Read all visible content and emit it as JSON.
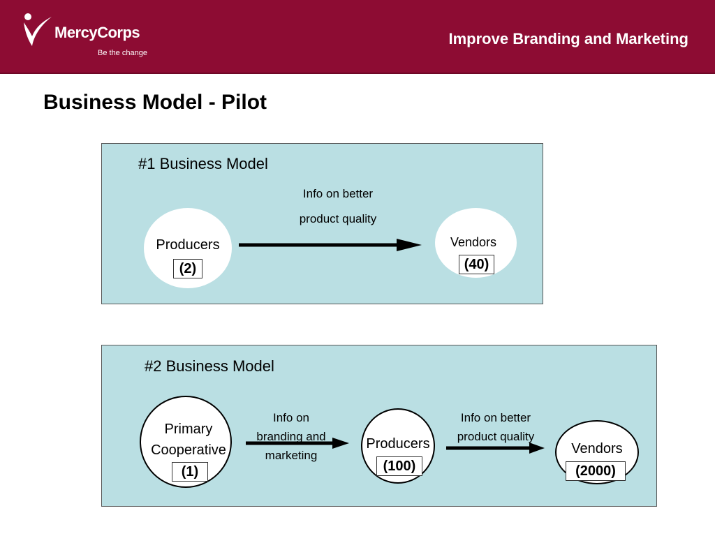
{
  "header": {
    "logo_name": "MercyCorps",
    "logo_tagline": "Be the change",
    "title": "Improve Branding and Marketing"
  },
  "page_title": "Business Model - Pilot",
  "model1": {
    "title": "#1 Business Model",
    "source": {
      "label": "Producers",
      "count": "(2)"
    },
    "target": {
      "label": "Vendors",
      "count": "(40)"
    },
    "edge_label": [
      "Info on better",
      "product quality"
    ]
  },
  "model2": {
    "title": "#2 Business Model",
    "node1": {
      "label": [
        "Primary",
        "Cooperative"
      ],
      "count": "(1)"
    },
    "node2": {
      "label": "Producers",
      "count": "(100)"
    },
    "node3": {
      "label": "Vendors",
      "count": "(2000)"
    },
    "edge1_label": [
      "Info on",
      "branding and",
      "marketing"
    ],
    "edge2_label": [
      "Info on better",
      "product quality"
    ]
  },
  "colors": {
    "header_bg": "#8d0c33",
    "panel_bg": "#badfe3"
  }
}
